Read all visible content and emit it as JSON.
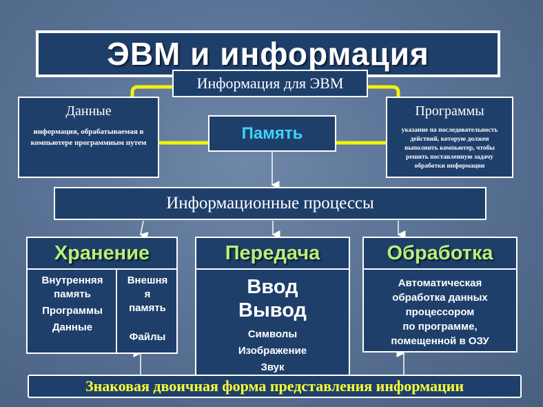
{
  "title": "ЭВМ и информация",
  "subtitle": "Информация для ЭВМ",
  "data_box": {
    "title": "Данные",
    "description": "информация, обрабатываемая в компьютере программным путем"
  },
  "programs_box": {
    "title": "Программы",
    "description": "указание на последовательность действий, которую должен выполнить компьютер, чтобы решить поставленную задачу обработки информации"
  },
  "memory": "Память",
  "processes": "Информационные процессы",
  "storage": {
    "title": "Хранение",
    "internal": [
      "Внутренняя",
      "память",
      "Программы",
      "Данные"
    ],
    "external": [
      "Внешня",
      "я",
      "память",
      "Файлы"
    ]
  },
  "transfer": {
    "title": "Передача",
    "big": [
      "Ввод",
      "Вывод"
    ],
    "items": [
      "Символы",
      "Изображение",
      "Звук"
    ]
  },
  "processing": {
    "title": "Обработка",
    "lines": [
      "Автоматическая",
      "обработка данных",
      "процессором",
      "по программе,",
      "помещенной в ОЗУ"
    ]
  },
  "bottom": "Знаковая двоичная форма представления информации",
  "colors": {
    "box_fill": "#1f3f6b",
    "connector_yellow": "#f2f20a",
    "heading_green": "#b6f07a",
    "bottom_text": "#ffff33",
    "memory_text": "#3fd2ff"
  }
}
